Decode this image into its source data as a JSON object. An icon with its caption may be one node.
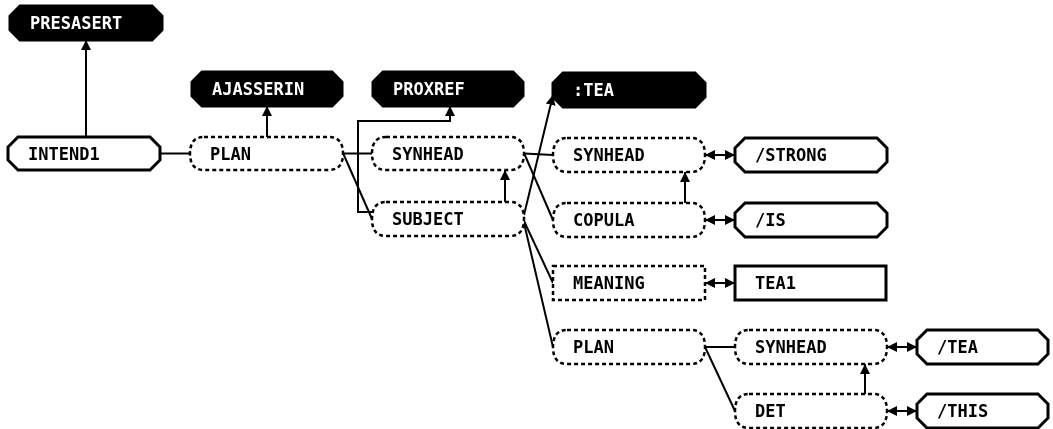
{
  "diagram": {
    "nodes": [
      {
        "text": [
          "PRESASERT"
        ]
      },
      {
        "text": [
          "AJASSERIN"
        ]
      },
      {
        "text": [
          "PROXREF"
        ]
      },
      {
        "text": [
          ":TEA"
        ]
      },
      {
        "text": [
          "INTEND1"
        ]
      },
      {
        "text": [
          "PLAN"
        ]
      },
      {
        "text": [
          "SYNHEAD"
        ]
      },
      {
        "text": [
          "SUBJECT"
        ]
      },
      {
        "text": [
          "SYNHEAD"
        ]
      },
      {
        "text": [
          "/STRONG"
        ]
      },
      {
        "text": [
          "COPULA"
        ]
      },
      {
        "text": [
          "/IS"
        ]
      },
      {
        "text": [
          "MEANING"
        ]
      },
      {
        "text": [
          "TEA1"
        ]
      },
      {
        "text": [
          "PLAN"
        ]
      },
      {
        "text": [
          "SYNHEAD"
        ]
      },
      {
        "text": [
          "/TEA"
        ]
      },
      {
        "text": [
          "DET"
        ]
      },
      {
        "text": [
          "/THIS"
        ]
      }
    ],
    "edges": [
      {
        "from": 4,
        "to": 0,
        "arrow": "to"
      },
      {
        "from": 4,
        "to": 5,
        "arrow": "none"
      },
      {
        "from": 5,
        "to": 1,
        "arrow": "to"
      },
      {
        "from": 5,
        "to": 6,
        "arrow": "none"
      },
      {
        "from": 5,
        "to": 7,
        "arrow": "none"
      },
      {
        "from": 7,
        "to": 2,
        "arrow": "to"
      },
      {
        "from": 7,
        "to": 6,
        "arrow": "to"
      },
      {
        "from": 7,
        "to": 3,
        "arrow": "to"
      },
      {
        "from": 6,
        "to": 8,
        "arrow": "none"
      },
      {
        "from": 6,
        "to": 10,
        "arrow": "none"
      },
      {
        "from": 10,
        "to": 8,
        "arrow": "to"
      },
      {
        "from": 8,
        "to": 9,
        "arrow": "both"
      },
      {
        "from": 10,
        "to": 11,
        "arrow": "both"
      },
      {
        "from": 7,
        "to": 12,
        "arrow": "none"
      },
      {
        "from": 7,
        "to": 14,
        "arrow": "none"
      },
      {
        "from": 12,
        "to": 13,
        "arrow": "both"
      },
      {
        "from": 14,
        "to": 15,
        "arrow": "none"
      },
      {
        "from": 14,
        "to": 17,
        "arrow": "none"
      },
      {
        "from": 17,
        "to": 15,
        "arrow": "to"
      },
      {
        "from": 15,
        "to": 16,
        "arrow": "both"
      },
      {
        "from": 17,
        "to": 18,
        "arrow": "both"
      }
    ]
  }
}
